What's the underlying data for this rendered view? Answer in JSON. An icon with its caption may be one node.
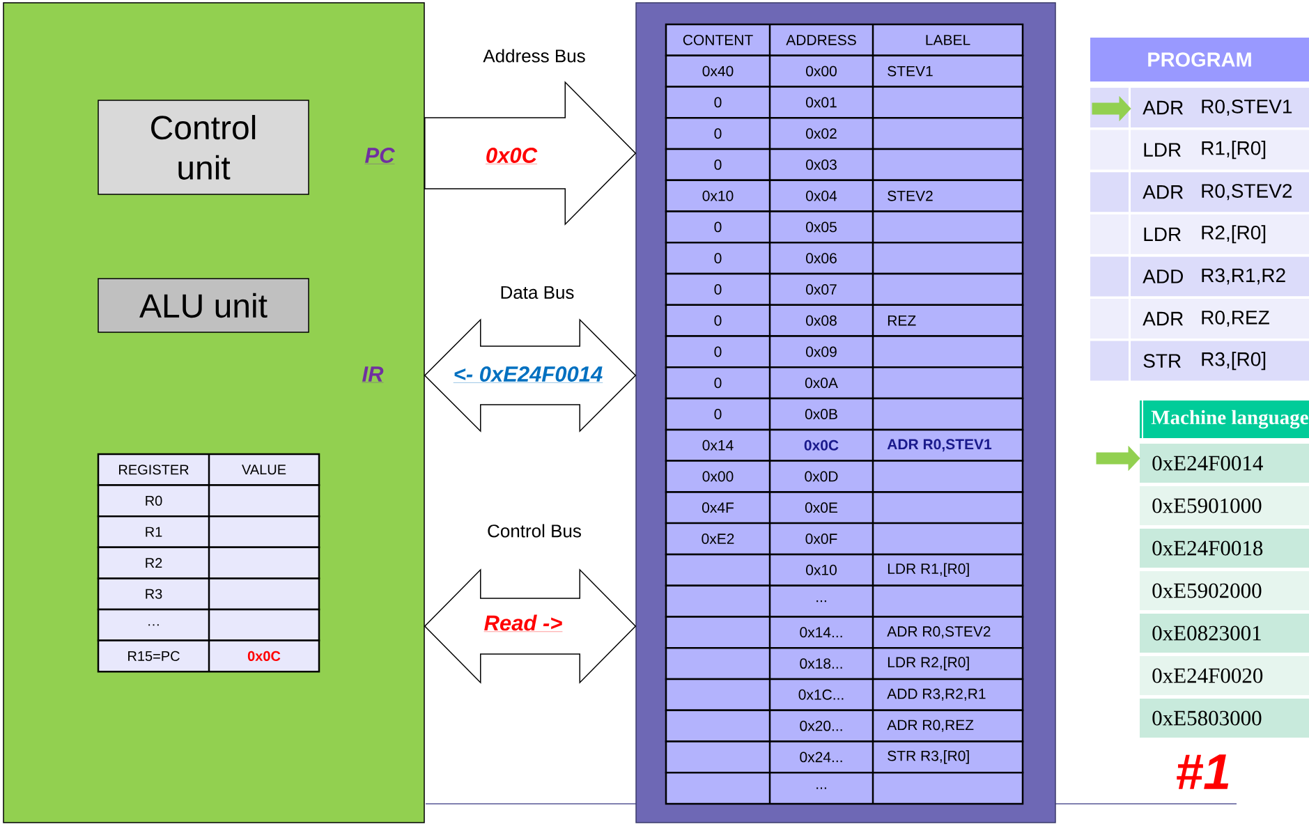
{
  "diagram": {
    "nodes": [
      {
        "text": [],
        "shape": "box"
      },
      {
        "text": [
          "Control unit"
        ],
        "in": 0
      },
      {
        "text": [
          "ALU unit"
        ],
        "in": 0
      },
      {
        "text": [
          "REGISTER",
          "VALUE"
        ],
        "in": 0
      },
      {
        "text": [
          "R0"
        ],
        "in": 0
      },
      {
        "text": [
          "R1"
        ],
        "in": 0
      },
      {
        "text": [
          "R2"
        ],
        "in": 0
      },
      {
        "text": [
          "R3"
        ],
        "in": 0
      },
      {
        "text": [
          "…"
        ],
        "in": 0
      },
      {
        "text": [
          "R15=PC",
          "0x0C"
        ],
        "in": 0
      },
      {
        "text": [],
        "shape": "box"
      },
      {
        "text": [
          "CONTENT",
          "ADDRESS",
          "LABEL"
        ],
        "in": 10
      },
      {
        "text": [
          "0x40",
          "0x00",
          "STEV1"
        ],
        "in": 10
      },
      {
        "text": [
          "0",
          "0x01"
        ],
        "in": 10
      },
      {
        "text": [
          "0",
          "0x02"
        ],
        "in": 10
      },
      {
        "text": [
          "0",
          "0x03"
        ],
        "in": 10
      },
      {
        "text": [
          "0x10",
          "0x04",
          "STEV2"
        ],
        "in": 10
      },
      {
        "text": [
          "0",
          "0x05"
        ],
        "in": 10
      },
      {
        "text": [
          "0",
          "0x06"
        ],
        "in": 10
      },
      {
        "text": [
          "0",
          "0x07"
        ],
        "in": 10
      },
      {
        "text": [
          "0",
          "0x08",
          "REZ"
        ],
        "in": 10
      },
      {
        "text": [
          "0",
          "0x09"
        ],
        "in": 10
      },
      {
        "text": [
          "0",
          "0x0A"
        ],
        "in": 10
      },
      {
        "text": [
          "0",
          "0x0B"
        ],
        "in": 10
      },
      {
        "text": [
          "0x14",
          "0x0C",
          "ADR R0,STEV1"
        ],
        "in": 10
      },
      {
        "text": [
          "0x00",
          "0x0D"
        ],
        "in": 10
      },
      {
        "text": [
          "0x4F",
          "0x0E"
        ],
        "in": 10
      },
      {
        "text": [
          "0xE2",
          "0x0F"
        ],
        "in": 10
      },
      {
        "text": [
          "0x10",
          "LDR R1,[R0]"
        ],
        "in": 10
      },
      {
        "text": [
          "..."
        ],
        "in": 10
      },
      {
        "text": [
          "0x14...",
          "ADR R0,STEV2"
        ],
        "in": 10
      },
      {
        "text": [
          "0x18...",
          "LDR R2,[R0]"
        ],
        "in": 10
      },
      {
        "text": [
          "0x1C...",
          "ADD R3,R2,R1"
        ],
        "in": 10
      },
      {
        "text": [
          "0x20...",
          "ADR R0,REZ"
        ],
        "in": 10
      },
      {
        "text": [
          "0x24...",
          "STR R3,[R0]"
        ],
        "in": 10
      },
      {
        "text": [
          "..."
        ],
        "in": 10
      },
      {
        "text": [
          "PROGRAM"
        ]
      },
      {
        "text": [
          "ADR",
          "R0,STEV1"
        ]
      },
      {
        "text": [
          "LDR",
          "R1,[R0]"
        ]
      },
      {
        "text": [
          "ADR",
          "R0,STEV2"
        ]
      },
      {
        "text": [
          "LDR",
          "R2,[R0]"
        ]
      },
      {
        "text": [
          "ADD",
          "R3,R1,R2"
        ]
      },
      {
        "text": [
          "ADR",
          "R0,REZ"
        ]
      },
      {
        "text": [
          "STR",
          "R3,[R0]"
        ]
      },
      {
        "text": [
          "Machine language"
        ]
      },
      {
        "text": [
          "0xE24F0014"
        ]
      },
      {
        "text": [
          "0xE5901000"
        ]
      },
      {
        "text": [
          "0xE24F0018"
        ]
      },
      {
        "text": [
          "0xE5902000"
        ]
      },
      {
        "text": [
          "0xE0823001"
        ]
      },
      {
        "text": [
          "0xE24F0020"
        ]
      },
      {
        "text": [
          "0xE5803000"
        ]
      }
    ],
    "edges": [
      {
        "from": 0,
        "to": 10,
        "arrow": "to",
        "label": "0x0C"
      },
      {
        "from": 0,
        "to": 10,
        "arrow": "both",
        "label": "<- 0xE24F0014"
      },
      {
        "from": 0,
        "to": 10,
        "arrow": "both",
        "label": "Read ->"
      },
      {
        "from": null,
        "to": 37,
        "arrow": "to",
        "color": "#92d050"
      },
      {
        "from": null,
        "to": 45,
        "arrow": "to",
        "color": "#92d050"
      }
    ],
    "labels": [
      "Address Bus",
      "PC",
      "Data Bus",
      "IR",
      "Control Bus",
      "#1"
    ]
  }
}
